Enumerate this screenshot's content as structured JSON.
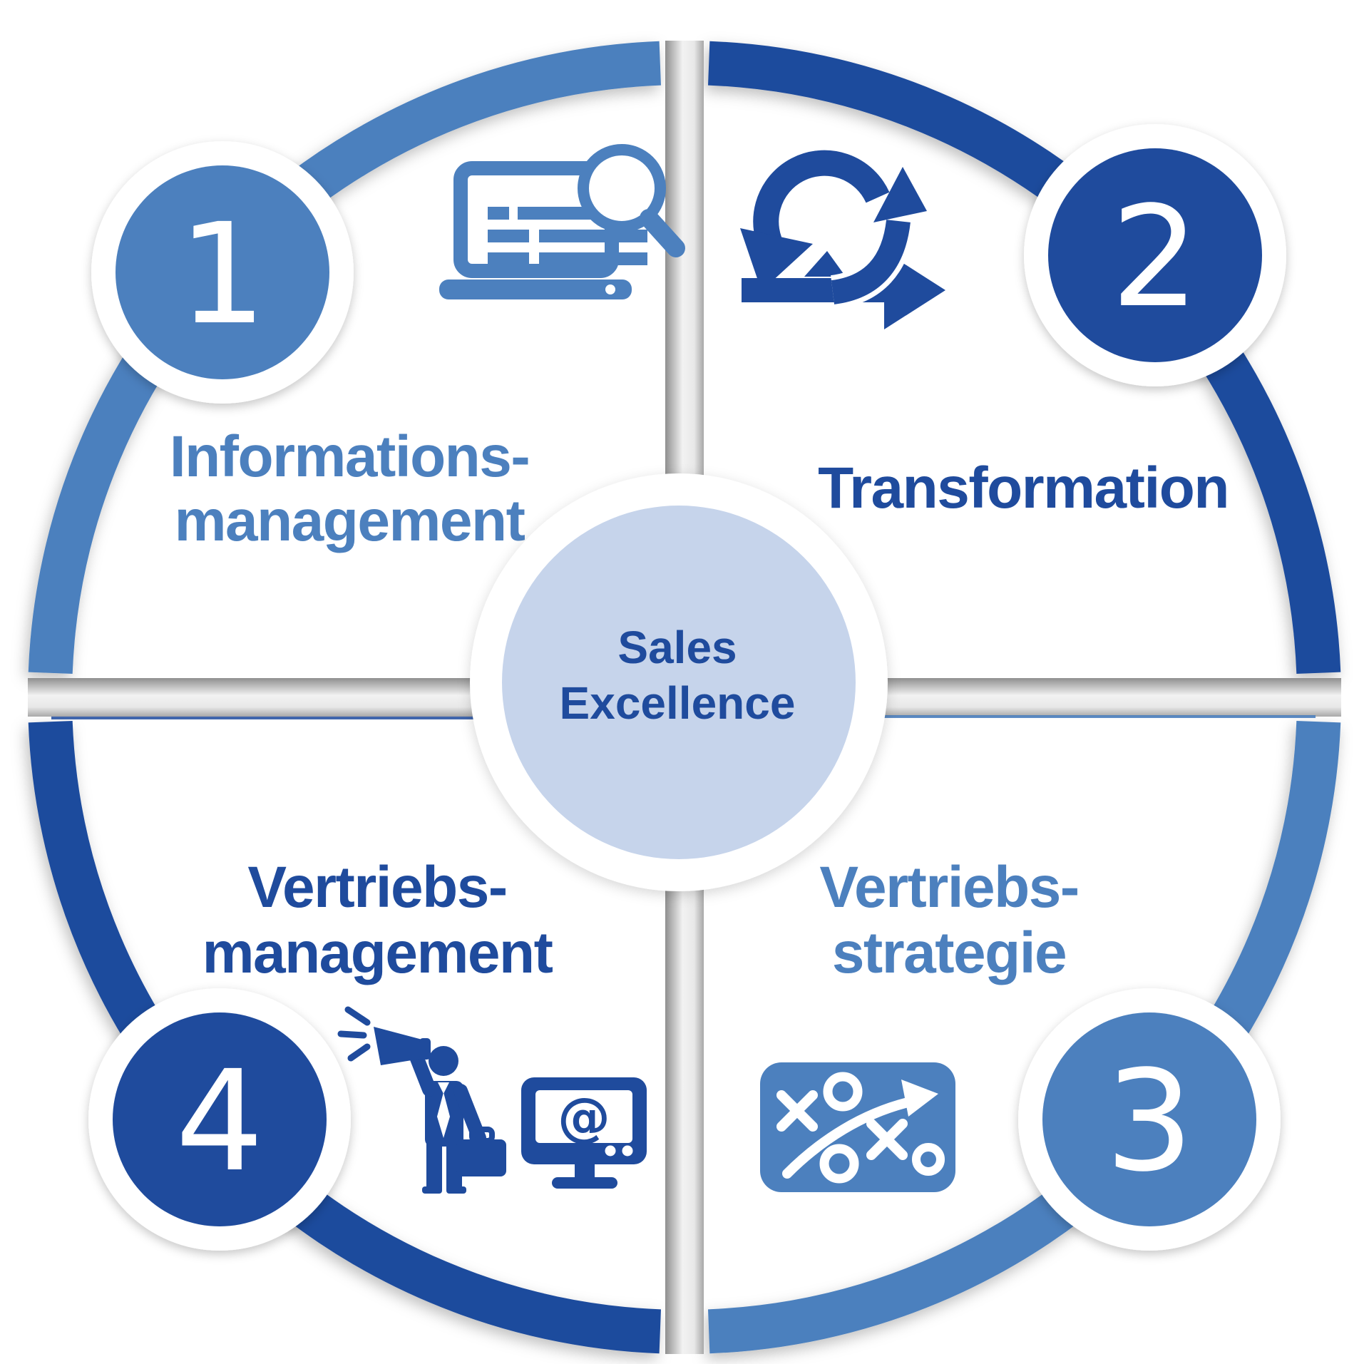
{
  "diagram_title": "Sales Excellence cycle diagram",
  "center_circle": {
    "line1": "Sales",
    "line2": "Excellence"
  },
  "quadrants": [
    {
      "number": "1",
      "position": "top-left",
      "label_lines": [
        "Informations-",
        "management"
      ],
      "icon": "laptop-document-search-icon",
      "accent_color": "#4C80BE"
    },
    {
      "number": "2",
      "position": "top-right",
      "label_lines": [
        "Transformation"
      ],
      "icon": "agile-cycle-arrows-icon",
      "accent_color": "#1F4B9D"
    },
    {
      "number": "3",
      "position": "bottom-right",
      "label_lines": [
        "Vertriebs-",
        "strategie"
      ],
      "icon": "strategy-tactics-board-icon",
      "accent_color": "#4C80BE"
    },
    {
      "number": "4",
      "position": "bottom-left",
      "label_lines": [
        "Vertriebs-",
        "management"
      ],
      "icon": "megaphone-presenter-and-monitor-icon",
      "accent_color": "#1F4B9D"
    }
  ],
  "icons": {
    "at_symbol": "@"
  },
  "colors": {
    "medium_blue": "#4C80BE",
    "dark_blue": "#1F4B9D",
    "light_blue_center": "#C6D4EB",
    "divider_gray": "#9f9f9f",
    "background": "#ffffff"
  }
}
